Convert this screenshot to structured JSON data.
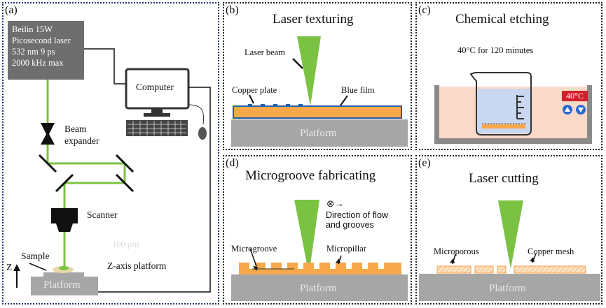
{
  "panels": {
    "a": {
      "label": "(a)",
      "laser_lines": [
        "Beilin  15W",
        "Picosecond laser",
        "532 nm 9 ps",
        "2000 kHz max"
      ],
      "computer": "Computer",
      "beam_expander": [
        "Beam",
        "expander"
      ],
      "scanner": "Scanner",
      "sample": "Sample",
      "z_axis": "Z",
      "z_platform": "Z-axis platform",
      "platform": "Platform",
      "faint_text": "100 μm"
    },
    "b": {
      "label": "(b)",
      "title": "Laser texturing",
      "laser_beam": "Laser beam",
      "copper_plate": "Copper plate",
      "blue_film": "Blue film",
      "platform": "Platform"
    },
    "c": {
      "label": "(c)",
      "title": "Chemical etching",
      "condition": "40°C for 120 minutes",
      "temp_display": "40°C"
    },
    "d": {
      "label": "(d)",
      "title": "Microgroove fabricating",
      "flow_symbol": "⊗→",
      "flow_text": [
        "Direction of flow",
        "and grooves"
      ],
      "microgroove": "Microgroove",
      "micropillar": "Micropillar",
      "platform": "Platform"
    },
    "e": {
      "label": "(e)",
      "title": "Laser cutting",
      "microporous": "Microporous",
      "copper_mesh": "Copper mesh",
      "platform": "Platform"
    }
  },
  "colors": {
    "laser_green": "#7cc242",
    "copper_orange": "#f7a84a",
    "blue_film": "#1f5fae",
    "platform_gray": "#a6a6a6",
    "laser_box_gray": "#6e6e6e",
    "bath_pink": "#fbd9c9",
    "liquid_blue": "#c9d7f0",
    "display_red": "#d0202a",
    "button_blue": "#2a6ad1"
  }
}
